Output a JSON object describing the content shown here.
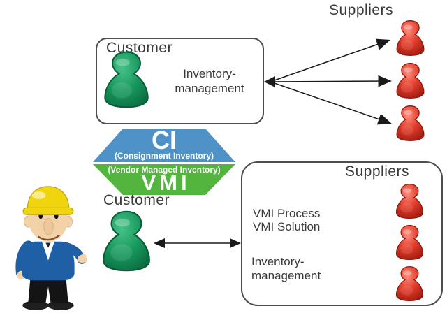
{
  "top": {
    "customer_box": {
      "title": "Customer",
      "inventory_line1": "Inventory-",
      "inventory_line2": "management"
    },
    "suppliers_label": "Suppliers",
    "supplier_count": 3
  },
  "hexagon": {
    "ci_abbr": "CI",
    "ci_full": "(Consignment Inventory)",
    "vmi_full": "(Vendor Managed Inventory)",
    "vmi_abbr": "VMI"
  },
  "bottom": {
    "customer_label": "Customer",
    "suppliers_box": {
      "title": "Suppliers",
      "process_line1": "VMI Process",
      "process_line2": "VMI Solution",
      "inventory_line1": "Inventory-",
      "inventory_line2": "management"
    },
    "supplier_count": 3
  },
  "icons": {
    "customer_pawn": "green game-pawn figure",
    "supplier_pawn": "red game-pawn figure",
    "worker": "cartoon construction worker with yellow hard hat"
  },
  "colors": {
    "ci_blue": "#4f92c8",
    "vmi_green": "#53b43e",
    "customer_green": "#17965c",
    "supplier_red": "#e23c2b",
    "text": "#3a3a3a",
    "arrow": "#1a1a1a"
  }
}
